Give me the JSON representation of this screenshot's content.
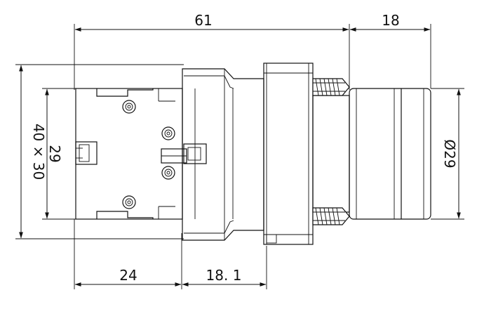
{
  "dimensions": {
    "total_length": "61",
    "knob_length": "18",
    "mount_size": "40 × 30",
    "contact_height": "29",
    "knob_diameter": "Ø29",
    "contact_depth": "24",
    "body_depth": "18. 1"
  }
}
